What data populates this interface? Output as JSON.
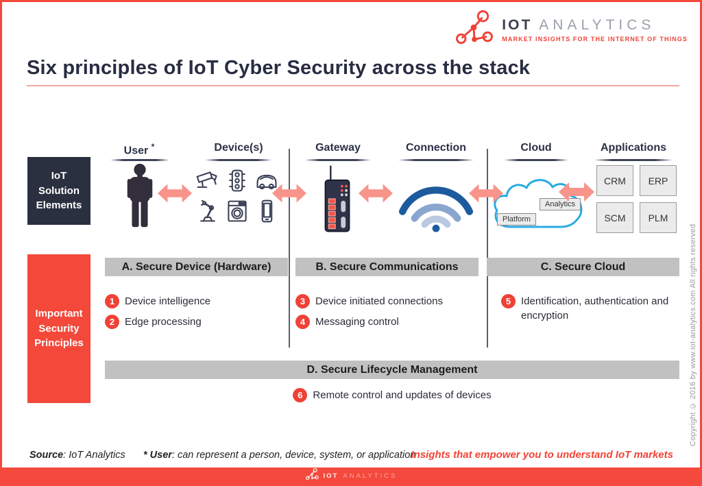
{
  "logo": {
    "brand_bold": "IOT",
    "brand_light": "ANALYTICS",
    "tagline": "MARKET INSIGHTS FOR THE INTERNET OF THINGS"
  },
  "title": "Six principles of IoT Cyber Security across the stack",
  "stack": {
    "row_label": "IoT Solution Elements",
    "columns": [
      "User",
      "Device(s)",
      "Gateway",
      "Connection",
      "Cloud",
      "Applications"
    ],
    "user_footnote_mark": "*",
    "device_icons": [
      "security-camera",
      "traffic-light",
      "car",
      "robot-arm",
      "washing-machine",
      "smartphone"
    ],
    "cloud": {
      "platform_label": "Platform",
      "analytics_label": "Analytics"
    },
    "applications": [
      "CRM",
      "ERP",
      "SCM",
      "PLM"
    ]
  },
  "principles": {
    "row_label": "Important Security Principles",
    "sections": [
      {
        "title": "A. Secure Device (Hardware)"
      },
      {
        "title": "B. Secure Communications"
      },
      {
        "title": "C. Secure Cloud"
      },
      {
        "title": "D. Secure Lifecycle Management"
      }
    ],
    "items": [
      {
        "num": "1",
        "text": "Device intelligence"
      },
      {
        "num": "2",
        "text": "Edge processing"
      },
      {
        "num": "3",
        "text": "Device initiated connections"
      },
      {
        "num": "4",
        "text": "Messaging control"
      },
      {
        "num": "5",
        "text": "Identification, authentication and encryption"
      },
      {
        "num": "6",
        "text": "Remote control and updates of devices"
      }
    ]
  },
  "footer": {
    "source_label": "Source",
    "source_rest": ": IoT Analytics",
    "user_note_label": "* User",
    "user_note_rest": ": can represent a person, device, system, or application",
    "tagline": "Insights that empower you to understand IoT markets"
  },
  "copyright": "Copyright © 2016 by www.iot-analytics.com All rights reserved",
  "colors": {
    "accent_red": "#ef4136",
    "arrow_salmon": "#f8948a",
    "dark_navy": "#2b3040",
    "bar_gray": "#c1c1c1",
    "cloud_blue": "#29abe2"
  }
}
